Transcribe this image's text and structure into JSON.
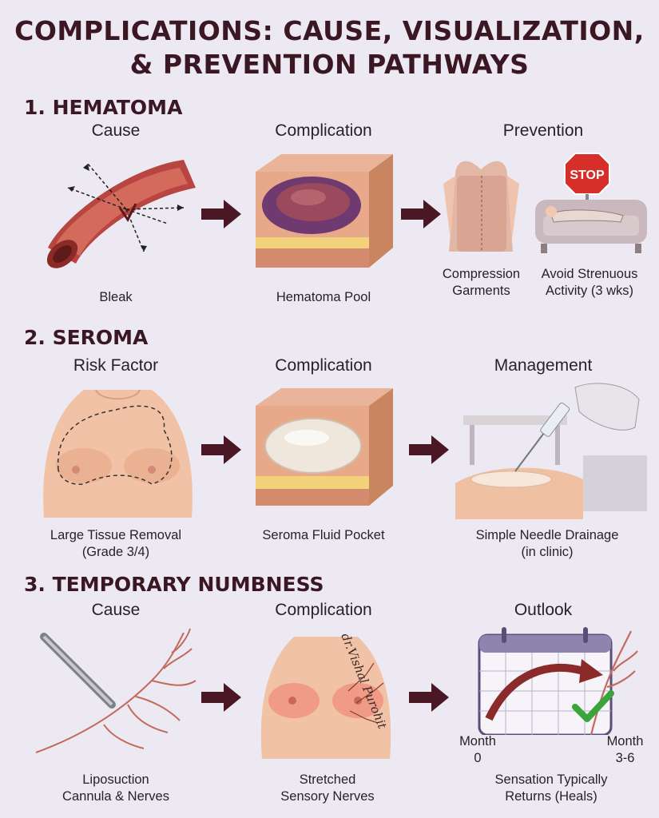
{
  "title_line1": "COMPLICATIONS: CAUSE, VISUALIZATION,",
  "title_line2": "& PREVENTION PATHWAYS",
  "sections": [
    {
      "title": "1. HEMATOMA",
      "heads": [
        "Cause",
        "Complication",
        "Prevention"
      ],
      "captions": [
        "Bleak",
        "Hematoma Pool",
        "Compression Garments",
        "Avoid Strenuous Activity (3 wks)"
      ],
      "stop_sign": "STOP"
    },
    {
      "title": "2. SEROMA",
      "heads": [
        "Risk Factor",
        "Complication",
        "Management"
      ],
      "captions": [
        "Large Tissue Removal",
        "(Grade 3/4)",
        "Seroma Fluid Pocket",
        "Simple Needle Drainage",
        "(in clinic)"
      ]
    },
    {
      "title": "3. TEMPORARY NUMBNESS",
      "heads": [
        "Cause",
        "Complication",
        "Outlook"
      ],
      "captions": [
        "Liposuction",
        "Cannula & Nerves",
        "Stretched",
        "Sensory Nerves",
        "Sensation Typically",
        "Returns (Heals)"
      ],
      "month_start_label": "Month",
      "month_start_value": "0",
      "month_end_label": "Month",
      "month_end_value": "3-6"
    }
  ],
  "signature": "dr.Vishal Purohit",
  "colors": {
    "heading": "#3b1724",
    "arrow": "#4a1825",
    "blood": "#a8312e",
    "skin": "#f2c2a6",
    "check": "#3aa53a"
  }
}
